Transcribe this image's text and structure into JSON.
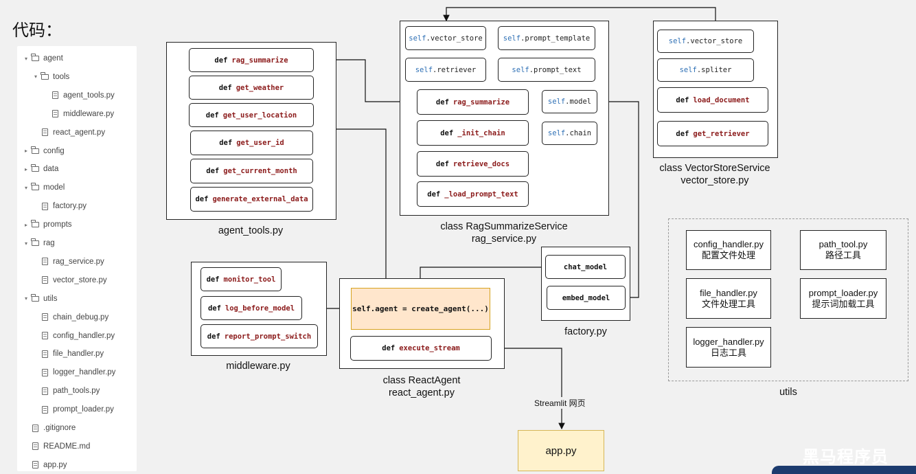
{
  "title": "代码：",
  "tree": [
    {
      "label": "agent",
      "type": "folder",
      "open": true,
      "depth": 0
    },
    {
      "label": "tools",
      "type": "folder",
      "open": true,
      "depth": 1
    },
    {
      "label": "agent_tools.py",
      "type": "file",
      "depth": 2
    },
    {
      "label": "middleware.py",
      "type": "file",
      "depth": 2
    },
    {
      "label": "react_agent.py",
      "type": "file",
      "depth": 1
    },
    {
      "label": "config",
      "type": "folder",
      "open": false,
      "depth": 0
    },
    {
      "label": "data",
      "type": "folder",
      "open": false,
      "depth": 0
    },
    {
      "label": "model",
      "type": "folder",
      "open": true,
      "depth": 0
    },
    {
      "label": "factory.py",
      "type": "file",
      "depth": 1
    },
    {
      "label": "prompts",
      "type": "folder",
      "open": false,
      "depth": 0
    },
    {
      "label": "rag",
      "type": "folder",
      "open": true,
      "depth": 0
    },
    {
      "label": "rag_service.py",
      "type": "file",
      "depth": 1
    },
    {
      "label": "vector_store.py",
      "type": "file",
      "depth": 1
    },
    {
      "label": "utils",
      "type": "folder",
      "open": true,
      "depth": 0
    },
    {
      "label": "chain_debug.py",
      "type": "file",
      "depth": 1
    },
    {
      "label": "config_handler.py",
      "type": "file",
      "depth": 1
    },
    {
      "label": "file_handler.py",
      "type": "file",
      "depth": 1
    },
    {
      "label": "logger_handler.py",
      "type": "file",
      "depth": 1
    },
    {
      "label": "path_tools.py",
      "type": "file",
      "depth": 1
    },
    {
      "label": "prompt_loader.py",
      "type": "file",
      "depth": 1
    },
    {
      "label": ".gitignore",
      "type": "file",
      "depth": 0
    },
    {
      "label": "README.md",
      "type": "file",
      "depth": 0
    },
    {
      "label": "app.py",
      "type": "file",
      "depth": 0
    }
  ],
  "keyword_def": "def",
  "keyword_self": "self",
  "agent_tools": {
    "caption": "agent_tools.py",
    "functions": [
      "rag_summarize",
      "get_weather",
      "get_user_location",
      "get_user_id",
      "get_current_month",
      "generate_external_data"
    ]
  },
  "rag_service": {
    "caption_line1": "class RagSummarizeService",
    "caption_line2": "rag_service.py",
    "attrs": [
      ".vector_store",
      ".prompt_template",
      ".retriever",
      ".prompt_text",
      ".model",
      ".chain"
    ],
    "functions": [
      "rag_summarize",
      "_init_chain",
      "retrieve_docs",
      "_load_prompt_text"
    ]
  },
  "vector_store": {
    "caption_line1": "class VectorStoreService",
    "caption_line2": "vector_store.py",
    "attrs": [
      ".vector_store",
      ".spliter"
    ],
    "functions": [
      "load_document",
      "get_retriever"
    ]
  },
  "middleware": {
    "caption": "middleware.py",
    "functions": [
      "monitor_tool",
      "log_before_model",
      "report_prompt_switch"
    ]
  },
  "react_agent": {
    "caption_line1": "class ReactAgent",
    "caption_line2": "react_agent.py",
    "agent_line": "self.agent = create_agent(...)",
    "function": "execute_stream"
  },
  "factory": {
    "caption": "factory.py",
    "items": [
      "chat_model",
      "embed_model"
    ]
  },
  "utils": {
    "caption": "utils",
    "items": [
      {
        "name": "config_handler.py",
        "desc": "配置文件处理"
      },
      {
        "name": "path_tool.py",
        "desc": "路径工具"
      },
      {
        "name": "file_handler.py",
        "desc": "文件处理工具"
      },
      {
        "name": "prompt_loader.py",
        "desc": "提示词加载工具"
      },
      {
        "name": "logger_handler.py",
        "desc": "日志工具"
      }
    ]
  },
  "streamlit_label": "Streamlit 网页",
  "app_label": "app.py",
  "watermark": "黑马程序员"
}
